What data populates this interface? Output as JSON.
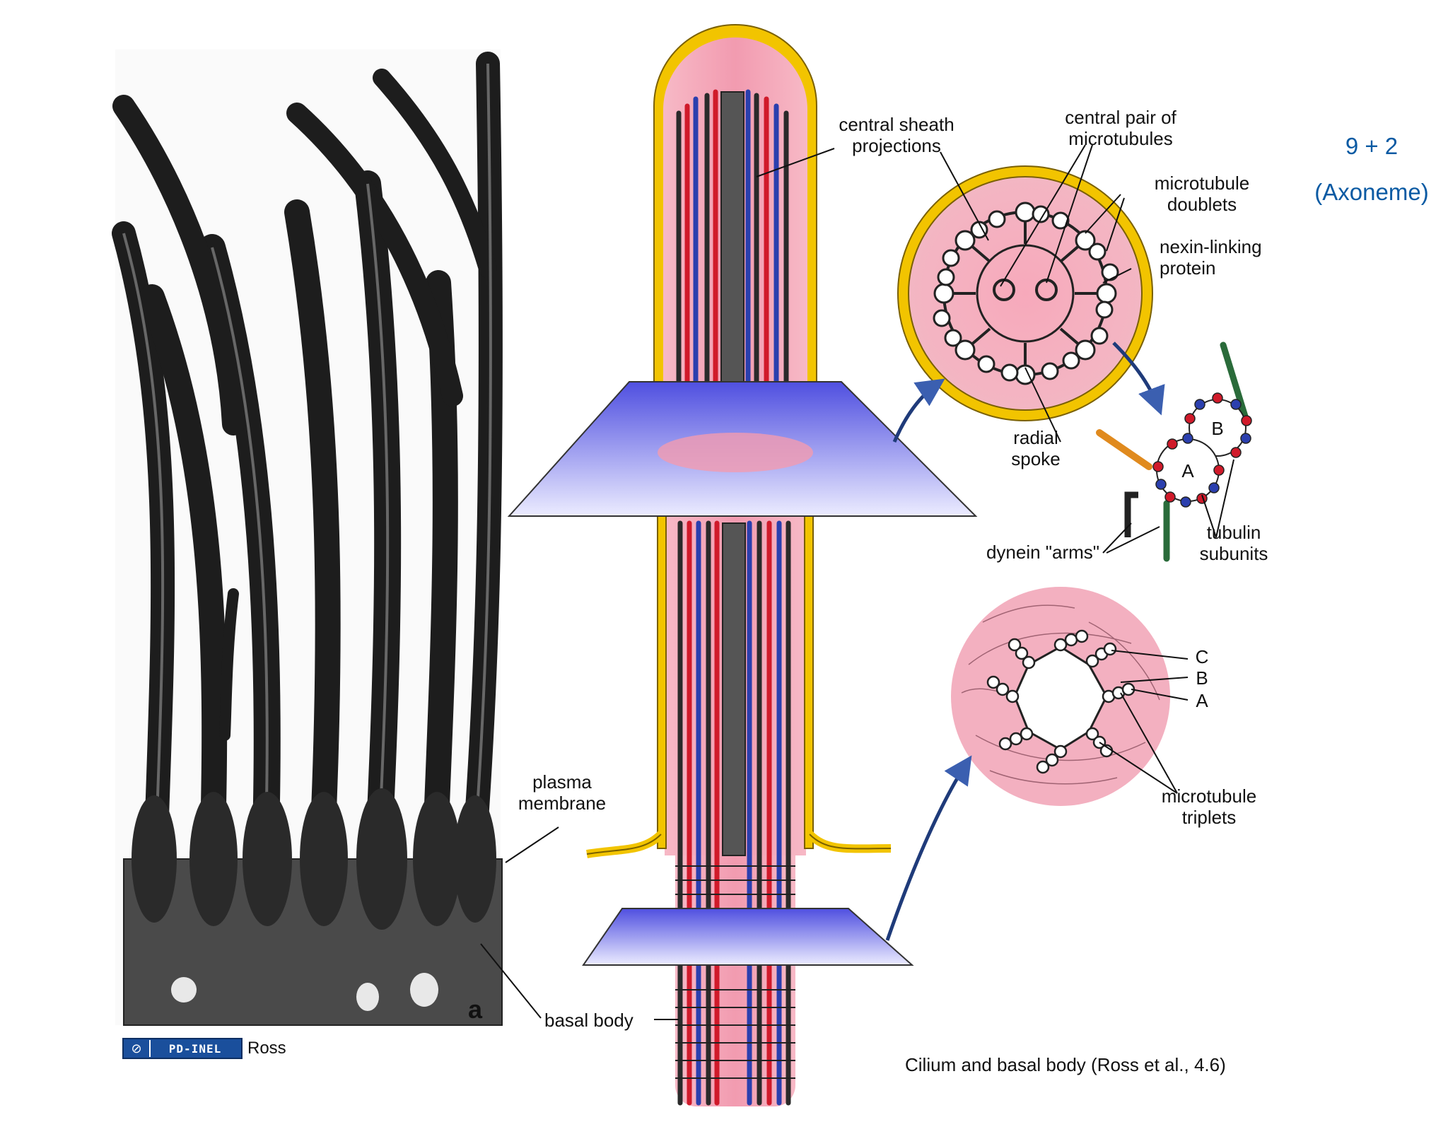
{
  "sidebar_note": {
    "line1": "9 + 2",
    "line2": "(Axoneme)"
  },
  "labels": {
    "central_sheath_1": "central sheath",
    "central_sheath_2": "projections",
    "central_pair_1": "central pair of",
    "central_pair_2": "microtubules",
    "doublets_1": "microtubule",
    "doublets_2": "doublets",
    "nexin_1": "nexin-linking",
    "nexin_2": "protein",
    "radial_1": "radial",
    "radial_2": "spoke",
    "dynein": "dynein \"arms\"",
    "tubulin_1": "tubulin",
    "tubulin_2": "subunits",
    "tubule_a": "A",
    "tubule_b": "B",
    "triplet_c": "C",
    "triplet_b": "B",
    "triplet_a": "A",
    "triplets_1": "microtubule",
    "triplets_2": "triplets",
    "plasma_1": "plasma",
    "plasma_2": "membrane",
    "basal_body": "basal body",
    "micrograph_letter": "a"
  },
  "caption": "Cilium and basal body (Ross et al., 4.6)",
  "license": {
    "icon": "cc-icon",
    "badge": "PD-INEL",
    "credit": "Ross"
  },
  "colors": {
    "sidebar_text": "#0a5aa3",
    "cilium_pink": "#f4a8b8",
    "membrane_yellow": "#f2c400",
    "section_plane": "#5a5ae0",
    "badge_blue": "#1a4f9c"
  }
}
